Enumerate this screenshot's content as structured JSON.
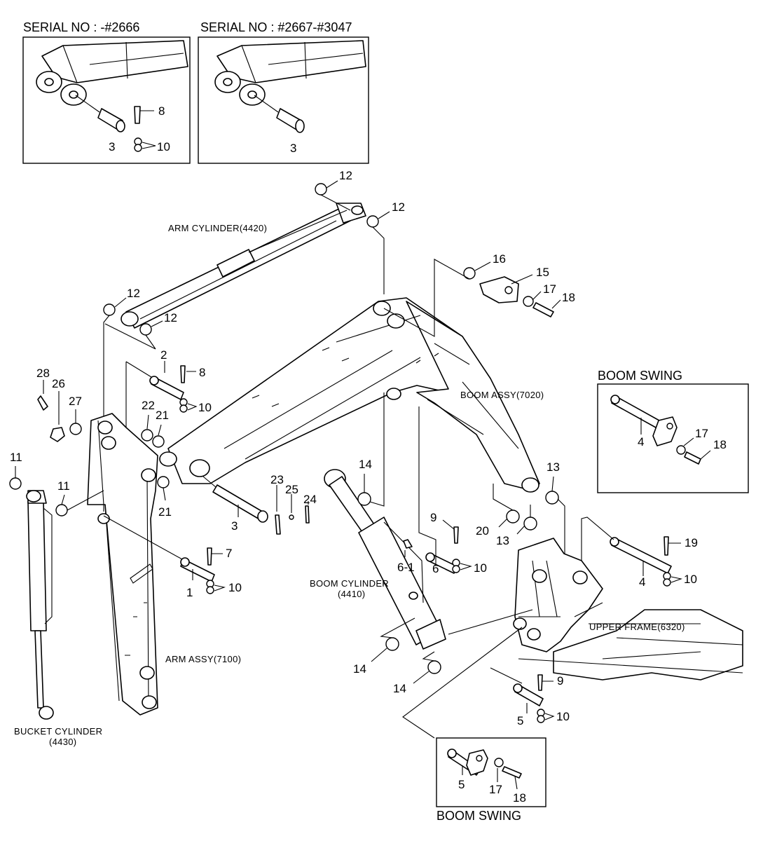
{
  "headers": {
    "serial_left": "SERIAL NO : -#2666",
    "serial_right": "SERIAL NO : #2667-#3047",
    "boom_swing_right": "BOOM SWING",
    "boom_swing_bottom": "BOOM SWING"
  },
  "captions": {
    "arm_cylinder": "ARM CYLINDER(4420)",
    "boom_assy": "BOOM ASSY(7020)",
    "boom_cylinder_1": "BOOM CYLINDER",
    "boom_cylinder_2": "(4410)",
    "upper_frame": "UPPER FRAME(6320)",
    "arm_assy": "ARM ASSY(7100)",
    "bucket_cylinder_1": "BUCKET CYLINDER",
    "bucket_cylinder_2": "(4430)"
  },
  "callouts": [
    "8",
    "3",
    "10",
    "3",
    "12",
    "12",
    "12",
    "12",
    "16",
    "15",
    "17",
    "18",
    "2",
    "8",
    "10",
    "28",
    "26",
    "27",
    "22",
    "21",
    "21",
    "11",
    "11",
    "3",
    "23",
    "25",
    "24",
    "14",
    "9",
    "6-1",
    "6",
    "10",
    "7",
    "1",
    "10",
    "13",
    "20",
    "13",
    "4",
    "17",
    "18",
    "19",
    "4",
    "10",
    "14",
    "14",
    "9",
    "5",
    "10",
    "5",
    "17",
    "18"
  ]
}
